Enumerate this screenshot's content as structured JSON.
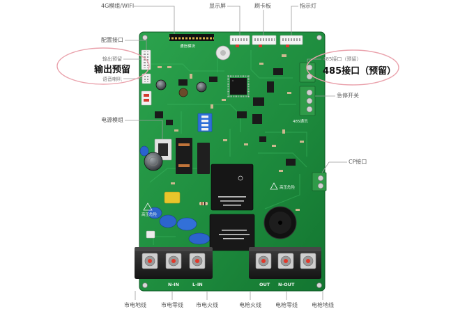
{
  "labels": {
    "module_4g_wifi": "4G模组/WIFI",
    "display": "显示屏",
    "card_board": "刷卡板",
    "indicator_light": "指示灯",
    "config_port": "配置接口",
    "output_reserved_small": "输出预留",
    "output_reserved_callout": "输出预留",
    "voice_speaker": "语音喇叭",
    "power_module": "电源模组",
    "rs485_small": "485接口（预留）",
    "rs485_callout": "485接口（预留）",
    "emergency_stop": "急停开关",
    "cp_port": "CP接口",
    "mains_ground": "市电地线",
    "mains_neutral": "市电零线",
    "mains_live": "市电火线",
    "gun_live": "电枪火线",
    "gun_neutral": "电枪零线",
    "gun_ground": "电枪地线"
  },
  "board_silkscreen": {
    "comm_module": "通信模块",
    "rs485_comm": "485通讯",
    "high_voltage_left": "高压危险",
    "high_voltage_right": "高压危险",
    "n_in": "N-IN",
    "l_in": "L-IN",
    "out": "OUT",
    "n_out": "N-OUT"
  },
  "colors": {
    "pcb_green": "#1e8c3e",
    "callout_ellipse": "#eaa3ad",
    "leader_line": "#9b9b9b",
    "label_text": "#595959",
    "callout_text": "#111111",
    "terminal_screw_red": "#e2392b"
  }
}
